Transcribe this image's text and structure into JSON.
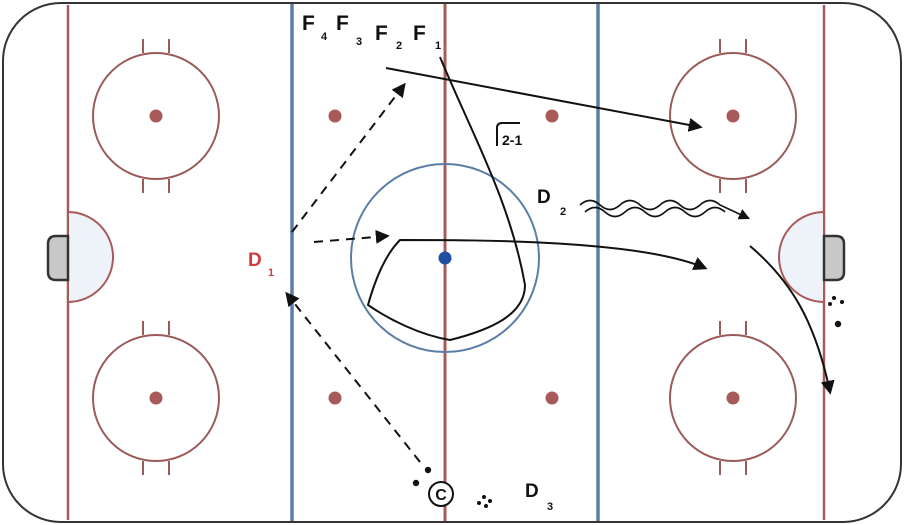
{
  "colors": {
    "board": "#333333",
    "red_line": "#a85a5a",
    "blue_line": "#5b7ea6",
    "circle": "#9a5a5a",
    "dot": "#a85a5a",
    "center_dot": "#1f4fa3",
    "crease_fill": "#eef3fa",
    "net_fill": "#c8c8c8",
    "defense_label": "#d33b3b",
    "ink": "#111111"
  },
  "players": {
    "forwards": [
      {
        "letter": "F",
        "number": "4"
      },
      {
        "letter": "F",
        "number": "3"
      },
      {
        "letter": "F",
        "number": "2"
      },
      {
        "letter": "F",
        "number": "1"
      }
    ],
    "d1": {
      "letter": "D",
      "number": "1"
    },
    "d2": {
      "letter": "D",
      "number": "2"
    },
    "d3": {
      "letter": "D",
      "number": "3"
    },
    "coach": "C"
  },
  "annotations": {
    "play_label": "2-1"
  }
}
